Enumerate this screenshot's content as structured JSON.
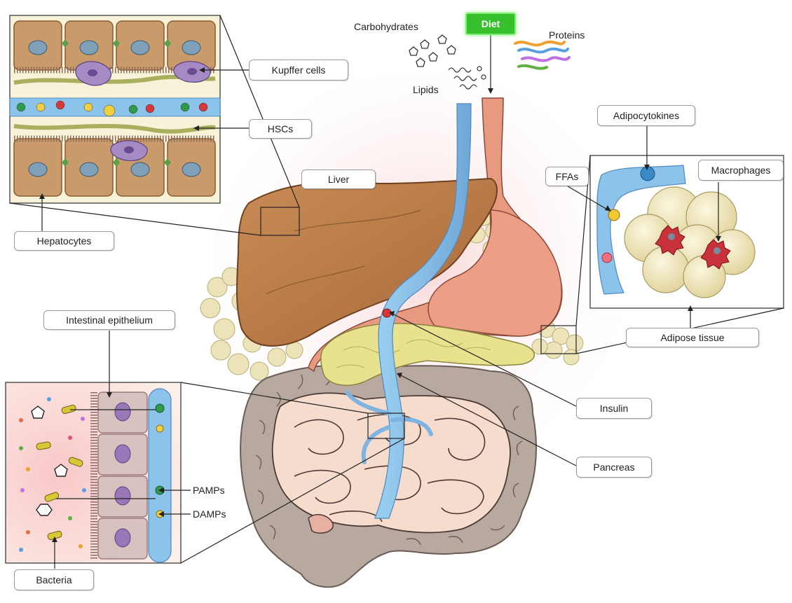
{
  "labels": {
    "diet": "Diet",
    "carbohydrates": "Carbohydrates",
    "proteins": "Proteins",
    "lipids": "Lipids",
    "kupffer_cells": "Kupffer cells",
    "hscs": "HSCs",
    "liver": "Liver",
    "hepatocytes": "Hepatocytes",
    "adipocytokines": "Adipocytokines",
    "ffas": "FFAs",
    "macrophages": "Macrophages",
    "adipose_tissue": "Adipose tissue",
    "intestinal_epithelium": "Intestinal epithelium",
    "insulin": "Insulin",
    "pancreas": "Pancreas",
    "pamps": "PAMPs",
    "damps": "DAMPs",
    "bacteria": "Bacteria"
  },
  "colors": {
    "liver": "#b87a45",
    "hepatocyte": "#c99a6a",
    "vessel": "#8cc3ea",
    "esophagus": "#e89a80",
    "pancreas": "#e5df8a",
    "colon": "#b8a9a0",
    "small_intestine": "#f3d6c6",
    "fat": "#efe8c0",
    "macrophage": "#c8323a",
    "diet_box": "#35c02c"
  }
}
